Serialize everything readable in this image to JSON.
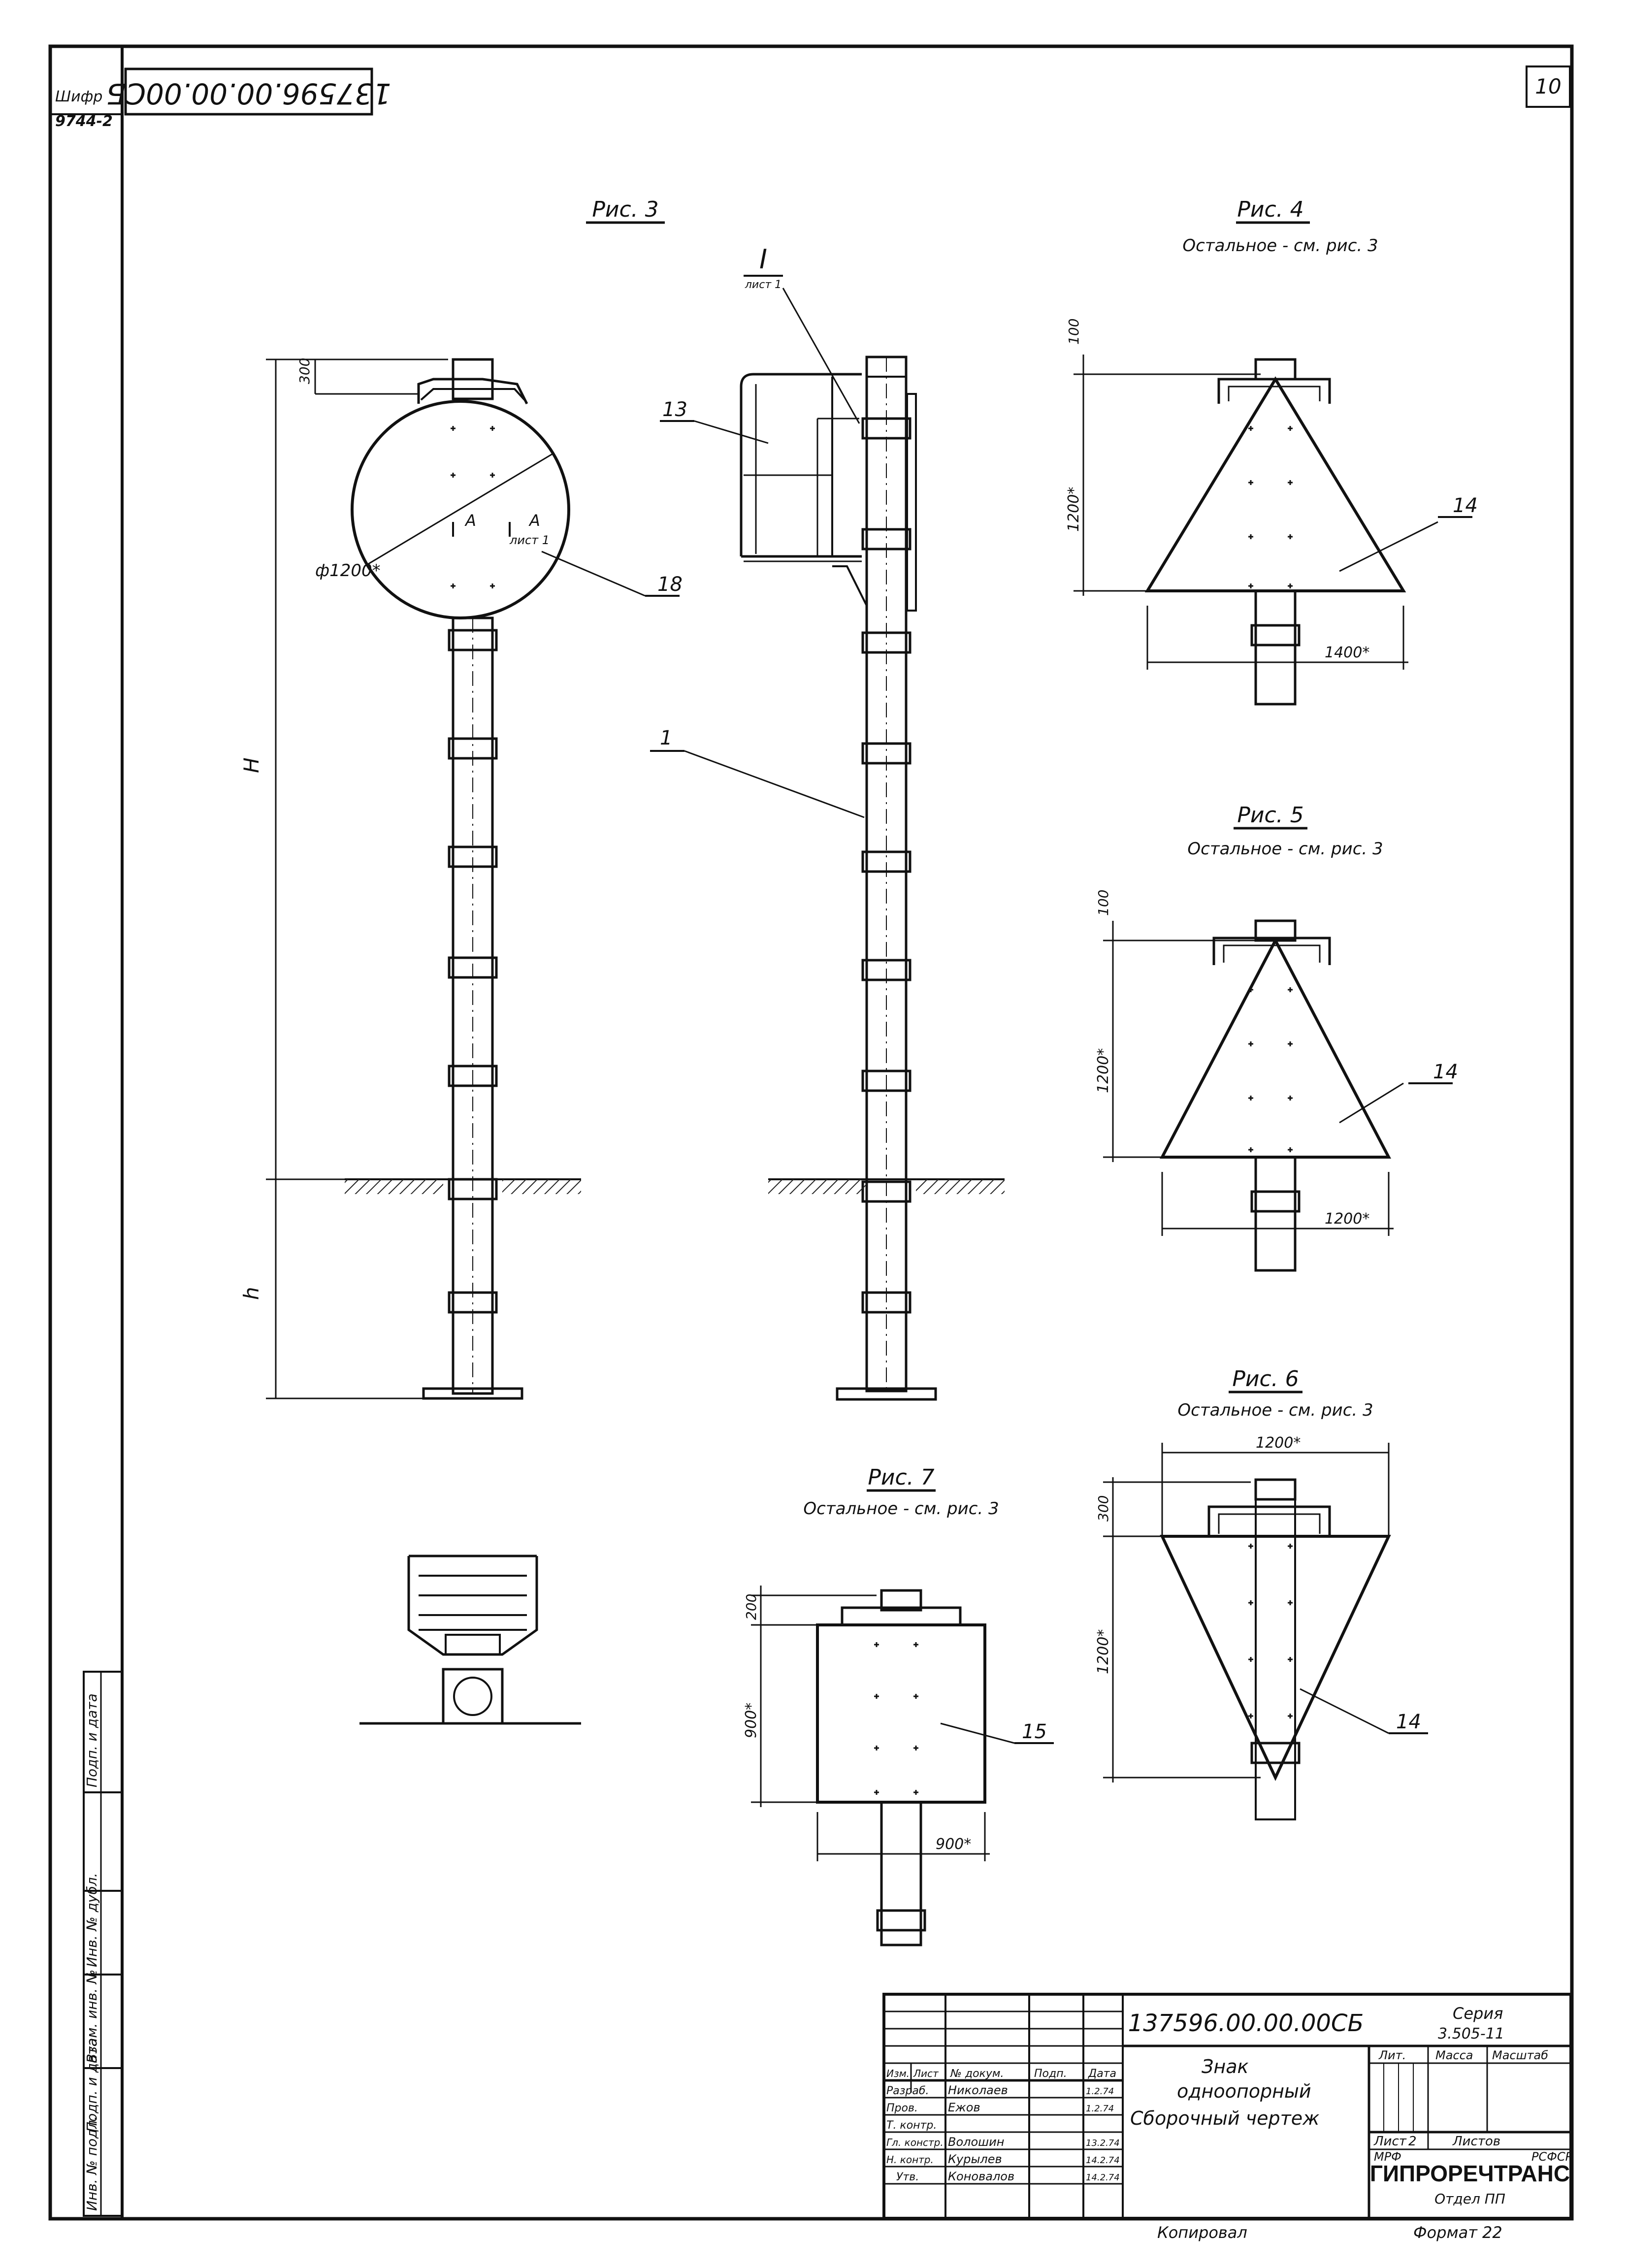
{
  "sheet": {
    "cipher_label": "Шифр",
    "cipher_value": "9744-2",
    "doc_code_rotated": "137596.00.00.00СБ",
    "page_number": "10",
    "copied_by": "Копировал",
    "format": "Формат 22"
  },
  "figures": {
    "fig3": {
      "title": "Рис. 3",
      "dim_top": "300",
      "dim_diameter": "ф1200*",
      "dim_H": "H",
      "dim_h": "h",
      "section_mark": "A",
      "section_ref": "лист 1",
      "callout": "18"
    },
    "fig_side": {
      "detail_mark": "I",
      "detail_ref": "лист 1",
      "callout_13": "13",
      "callout_1": "1"
    },
    "fig4": {
      "title": "Рис. 4",
      "subtitle": "Остальное - см. рис. 3",
      "dim_top": "100",
      "dim_height": "1200*",
      "dim_width": "1400*",
      "callout": "14"
    },
    "fig5": {
      "title": "Рис. 5",
      "subtitle": "Остальное - см. рис. 3",
      "dim_top": "100",
      "dim_height": "1200*",
      "dim_width": "1200*",
      "callout": "14"
    },
    "fig6": {
      "title": "Рис. 6",
      "subtitle": "Остальное - см. рис. 3",
      "dim_width": "1200*",
      "dim_top": "300",
      "dim_height": "1200*",
      "callout": "14"
    },
    "fig7": {
      "title": "Рис. 7",
      "subtitle": "Остальное - см. рис. 3",
      "dim_top": "200",
      "dim_height": "900*",
      "dim_width": "900*",
      "callout": "15"
    }
  },
  "side_stamp": [
    "Инв. № подл.",
    "Подп. и дата",
    "Взам. инв. №",
    "Инв. № дубл.",
    "Подп. и дата"
  ],
  "title_block": {
    "doc_code": "137596.00.00.00СБ",
    "series_label": "Серия",
    "series_value": "3.505-11",
    "title_line1": "Знак",
    "title_line2": "одноопорный",
    "title_line3": "Сборочный чертеж",
    "col_headers": [
      "Изм.",
      "Лист",
      "№ докум.",
      "Подп.",
      "Дата"
    ],
    "lit_headers": [
      "Лит.",
      "Масса",
      "Масштаб"
    ],
    "rows": [
      {
        "role": "Разраб.",
        "name": "Николаев",
        "date": "1.2.74"
      },
      {
        "role": "Пров.",
        "name": "Ежов",
        "date": "1.2.74"
      },
      {
        "role": "Т. контр.",
        "name": "",
        "date": ""
      },
      {
        "role": "Гл. констр.",
        "name": "Волошин",
        "date": "13.2.74"
      },
      {
        "role": "Н. контр.",
        "name": "Курылев",
        "date": "14.2.74"
      },
      {
        "role": "Утв.",
        "name": "Коновалов",
        "date": "14.2.74"
      }
    ],
    "sheet_label": "Лист",
    "sheet_value": "2",
    "sheets_label": "Листов",
    "ministry_1": "МРФ",
    "ministry_2": "РСФСР",
    "org": "ГИПРОРЕЧТРАНС",
    "dept": "Отдел ПП"
  }
}
